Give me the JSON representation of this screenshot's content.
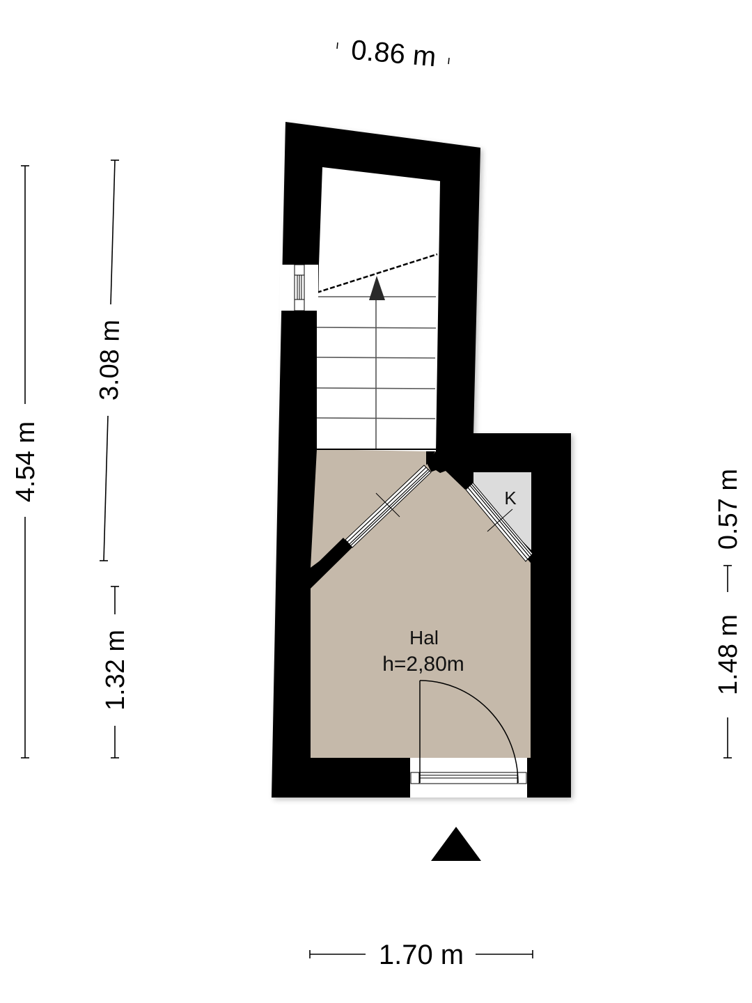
{
  "floorplan": {
    "colors": {
      "wall": "#000000",
      "floor": "#c5b9aa",
      "closet": "#dcdcdc",
      "stairs": "#ffffff",
      "background": "#ffffff"
    },
    "rooms": [
      {
        "name": "Hal",
        "height_label": "h=2,80m"
      },
      {
        "name": "K"
      }
    ],
    "dimensions": {
      "top": "0.86 m",
      "left_outer": "4.54 m",
      "left_inner_upper": "3.08 m",
      "left_inner_lower": "1.32 m",
      "right_upper": "0.57 m",
      "right_lower": "1.48 m",
      "bottom": "1.70 m"
    },
    "symbols": {
      "entrance_marker": "entrance-arrow",
      "stairs_direction": "up-arrow"
    }
  }
}
